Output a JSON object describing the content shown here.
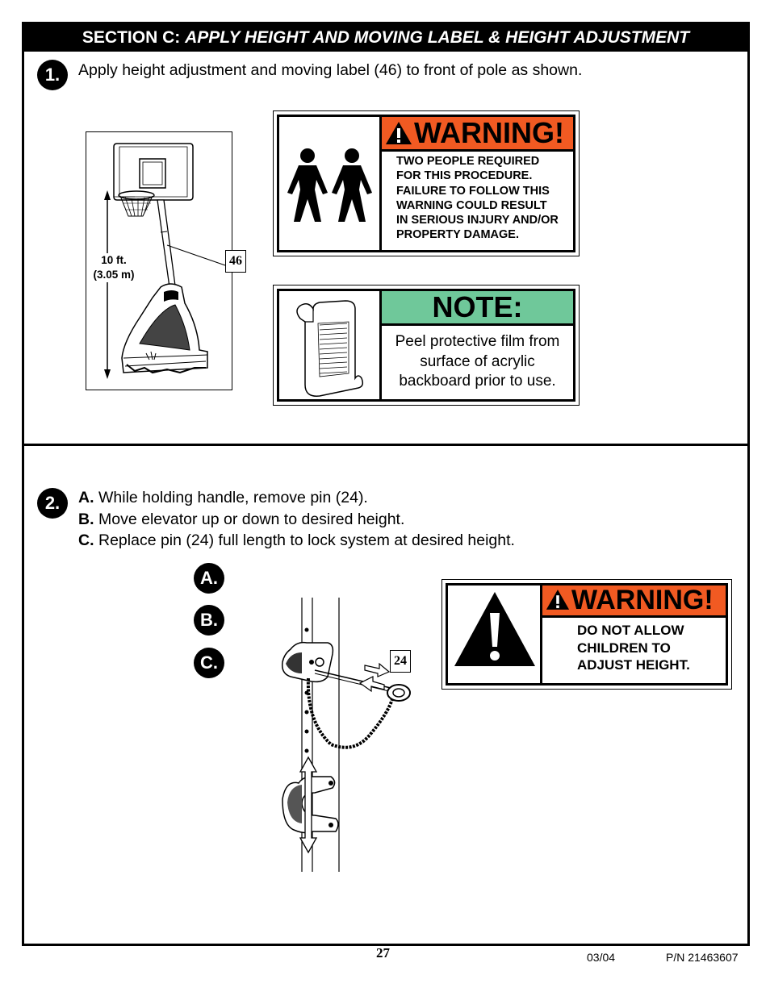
{
  "header": {
    "section_label": "SECTION C:",
    "section_title": "APPLY HEIGHT AND MOVING LABEL & HEIGHT ADJUSTMENT"
  },
  "step1": {
    "number": "1.",
    "text": "Apply height adjustment and moving label (46) to front of pole as shown.",
    "figure": {
      "height_label_ft": "10 ft.",
      "height_label_m": "(3.05 m)",
      "part_number": "46"
    },
    "warning": {
      "title": "WARNING!",
      "lines": [
        "TWO PEOPLE REQUIRED",
        "FOR THIS PROCEDURE.",
        "FAILURE TO FOLLOW THIS",
        "WARNING COULD RESULT",
        "IN SERIOUS INJURY AND/OR",
        "PROPERTY DAMAGE."
      ],
      "color": "#f15a22"
    },
    "note": {
      "title": "NOTE:",
      "lines": [
        "Peel protective film from",
        "surface of acrylic",
        "backboard prior to use."
      ],
      "color": "#6fc89a"
    }
  },
  "step2": {
    "number": "2.",
    "instructions": [
      {
        "letter": "A.",
        "text": "While holding handle, remove pin (24)."
      },
      {
        "letter": "B.",
        "text": "Move elevator up or down to desired height."
      },
      {
        "letter": "C.",
        "text": "Replace pin (24) full length to lock system at desired height."
      }
    ],
    "badges": [
      "A.",
      "B.",
      "C."
    ],
    "part_number": "24",
    "warning": {
      "title": "WARNING!",
      "lines": [
        "DO NOT ALLOW",
        "CHILDREN TO",
        "ADJUST HEIGHT."
      ]
    }
  },
  "footer": {
    "page_number": "27",
    "date": "03/04",
    "part_number": "P/N 21463607"
  }
}
